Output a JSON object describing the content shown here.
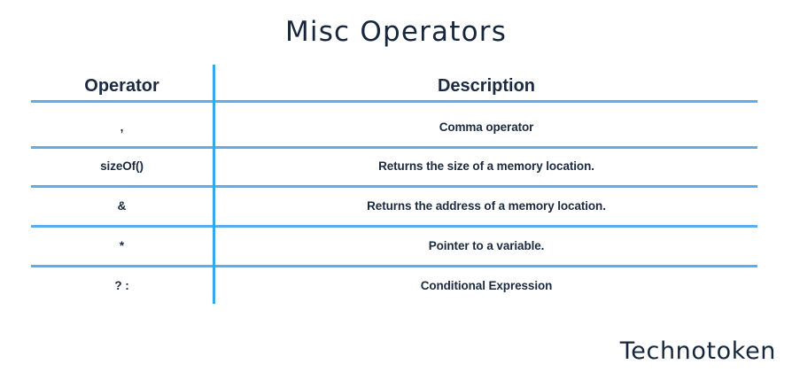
{
  "title": "Misc Operators",
  "table": {
    "columns": [
      {
        "key": "operator",
        "label": "Operator"
      },
      {
        "key": "description",
        "label": "Description"
      }
    ],
    "rows": [
      {
        "operator": ",",
        "description": "Comma operator"
      },
      {
        "operator": "sizeOf()",
        "description": "Returns the size of a memory location."
      },
      {
        "operator": "&",
        "description": "Returns the address of a memory location."
      },
      {
        "operator": "*",
        "description": "Pointer to a variable."
      },
      {
        "operator": "? :",
        "description": "Conditional Expression"
      }
    ]
  },
  "watermark": "Technotoken",
  "colors": {
    "rule": "#5badee",
    "divider": "#35a8e8",
    "text": "#1b2a41",
    "title": "#16263d",
    "background": "#ffffff"
  }
}
